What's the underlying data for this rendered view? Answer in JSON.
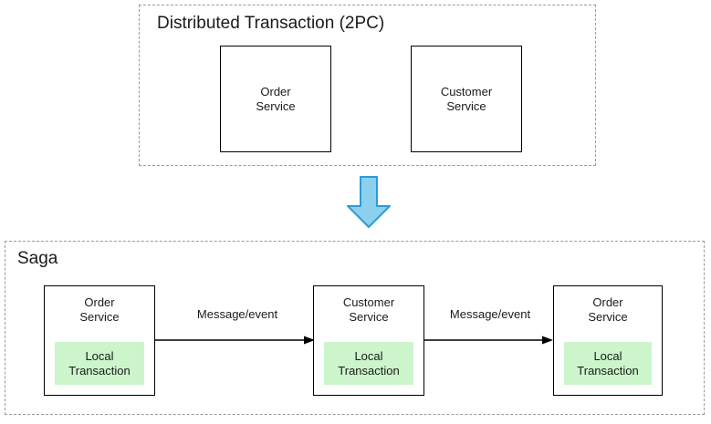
{
  "diagram": {
    "title_top": "Distributed Transaction (2PC)",
    "title_bottom": "Saga",
    "colors": {
      "local_transaction_fill": "#CCF5CC",
      "arrow_fill": "#8CD0F0",
      "arrow_stroke": "#2E9BD6",
      "box_stroke": "#000000",
      "group_stroke": "#9A9A9A",
      "background": "#FFFFFF"
    },
    "top_section": {
      "label": "Distributed Transaction (2PC)",
      "boxes": [
        {
          "label": "Order\nService"
        },
        {
          "label": "Customer\nService"
        }
      ]
    },
    "transition": {
      "icon": "down-arrow-icon"
    },
    "bottom_section": {
      "label": "Saga",
      "boxes": [
        {
          "title": "Order\nService",
          "local_transaction": "Local\nTransaction"
        },
        {
          "title": "Customer\nService",
          "local_transaction": "Local\nTransaction"
        },
        {
          "title": "Order\nService",
          "local_transaction": "Local\nTransaction"
        }
      ],
      "connectors": [
        {
          "label": "Message/event"
        },
        {
          "label": "Message/event"
        }
      ]
    }
  }
}
